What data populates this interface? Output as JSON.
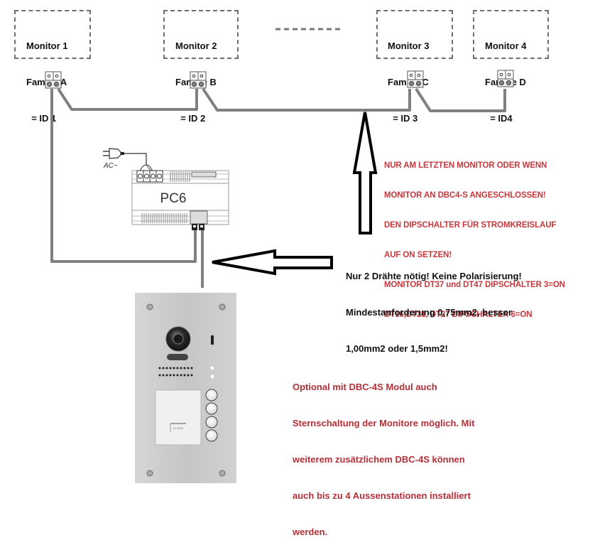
{
  "monitors": [
    {
      "line1": "Monitor 1",
      "line2": "Familie A",
      "line3": "  = ID 1"
    },
    {
      "line1": "Monitor 2",
      "line2": "Familie B",
      "line3": "  = ID 2"
    },
    {
      "line1": "Monitor 3",
      "line2": "Familie C",
      "line3": "  = ID 3"
    },
    {
      "line1": "Monitor 4",
      "line2": "Familie D",
      "line3": "  = ID4"
    }
  ],
  "power_supply": {
    "label": "PC6",
    "ac_label": "AC~"
  },
  "notes": {
    "dip_switch": [
      "NUR AM LETZTEN MONITOR ODER WENN",
      "MONITOR AN DBC4-S ANGESCHLOSSEN!",
      "DEN DIPSCHALTER FÜR STROMKREISLAUF",
      "AUF ON SETZEN!",
      "MONITOR DT37 und DT47 DIPSCHALTER 3=ON",
      "DT16,DT21, DT27 DIPSCHALTER 6=ON"
    ],
    "wiring": [
      "Nur 2 Drähte nötig! Keine Polarisierung!",
      "Mindestanforderung 0,75mm2, besser",
      "1,00mm2 oder 1,5mm2!"
    ],
    "optional": [
      "Optional mit DBC-4S Modul auch",
      "Sternschaltung der Monitore möglich. Mit",
      "weiterem zusätzlichem DBC-4S können",
      "auch bis zu 4 Aussenstationen installiert",
      "werden."
    ]
  },
  "door_station": {
    "buttons": 4,
    "name_plate_text": "ID 0000"
  },
  "colors": {
    "wire": "#808080",
    "note_red": "#c5383c",
    "panel": "#c9cbcd"
  }
}
